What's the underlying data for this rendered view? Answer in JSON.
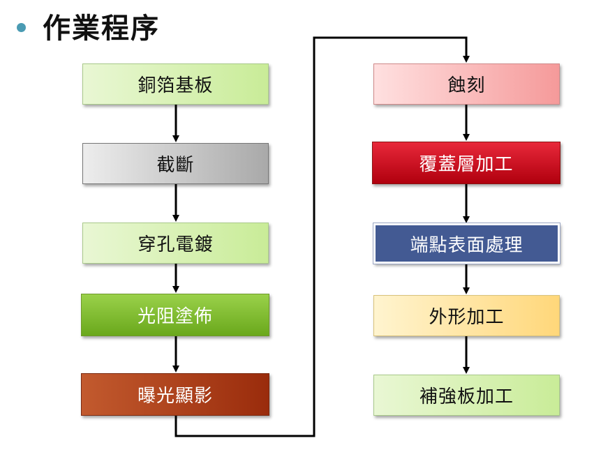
{
  "header": {
    "title": "作業程序",
    "bullet_color": "#4a9bb3"
  },
  "flow": {
    "left_column": [
      {
        "label": "銅箔基板",
        "color": "#d6f0b4"
      },
      {
        "label": "截斷",
        "color": "#c8c8c8"
      },
      {
        "label": "穿孔電鍍",
        "color": "#d6f0b4"
      },
      {
        "label": "光阻塗佈",
        "color": "#7cbb2c"
      },
      {
        "label": "曝光顯影",
        "color": "#a93a12"
      }
    ],
    "right_column": [
      {
        "label": "蝕刻",
        "color": "#f8b6b6"
      },
      {
        "label": "覆蓋層加工",
        "color": "#cc0a18"
      },
      {
        "label": "端點表面處理",
        "color": "#435a93"
      },
      {
        "label": "外形加工",
        "color": "#ffe29a"
      },
      {
        "label": "補強板加工",
        "color": "#d6f0b4"
      }
    ]
  }
}
